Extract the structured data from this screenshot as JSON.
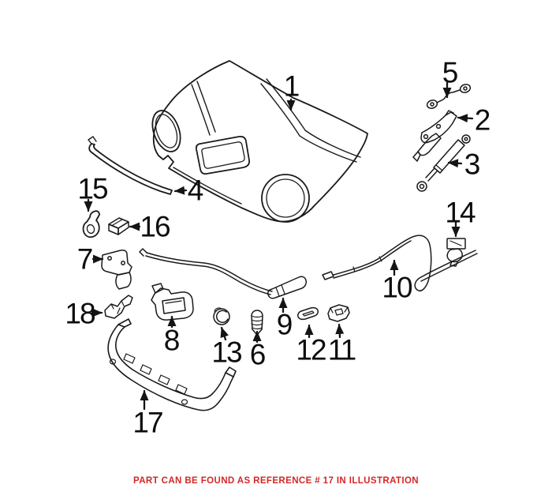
{
  "diagram": {
    "description_visible": "exploded parts illustration of a vehicle hood",
    "callout_labels": [
      "1",
      "2",
      "3",
      "4",
      "5",
      "6",
      "7",
      "8",
      "9",
      "10",
      "11",
      "12",
      "13",
      "14",
      "15",
      "16",
      "17",
      "18"
    ]
  },
  "footer": {
    "note": "PART CAN BE FOUND AS REFERENCE # 17 IN ILLUSTRATION"
  },
  "colors": {
    "line": "#1a1a1a",
    "note_red": "#d32727",
    "background": "#ffffff"
  }
}
